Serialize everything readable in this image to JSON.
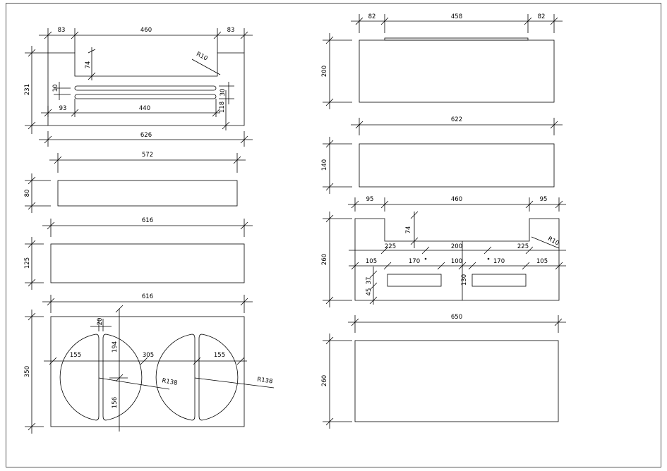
{
  "colors": {
    "line": "#000000",
    "background": "#ffffff",
    "frame": "#555555"
  },
  "p1": {
    "left": "83",
    "mid": "460",
    "right": "83",
    "slot_depth": "74",
    "radius": "R10",
    "height": "231",
    "gap": "10",
    "slot_w": "30",
    "off_left": "93",
    "slot_len": "440",
    "off_bottom": "118",
    "total": "626"
  },
  "p2": {
    "width": "572",
    "height": "80"
  },
  "p3": {
    "width": "616",
    "height": "125"
  },
  "p4": {
    "width": "616",
    "height": "350",
    "small": "20",
    "left_r": "155",
    "mid": "305",
    "right_r": "155",
    "upper": "194",
    "lower": "156",
    "radius_a": "R138",
    "radius_b": "R138"
  },
  "p5": {
    "left": "82",
    "mid": "458",
    "right": "82",
    "height": "200"
  },
  "p6": {
    "width": "622",
    "height": "140"
  },
  "p7": {
    "left": "95",
    "mid": "460",
    "right": "95",
    "slot_depth": "74",
    "inner_l": "225",
    "inner_mid": "200",
    "inner_r": "225",
    "radius": "R10",
    "height": "260",
    "h_a": "105",
    "h_b": "170",
    "h_c": "100",
    "h_d": "170",
    "h_e": "105",
    "v_a": "45",
    "v_b": "37",
    "v_c": "130"
  },
  "p8": {
    "width": "650",
    "height": "260"
  }
}
